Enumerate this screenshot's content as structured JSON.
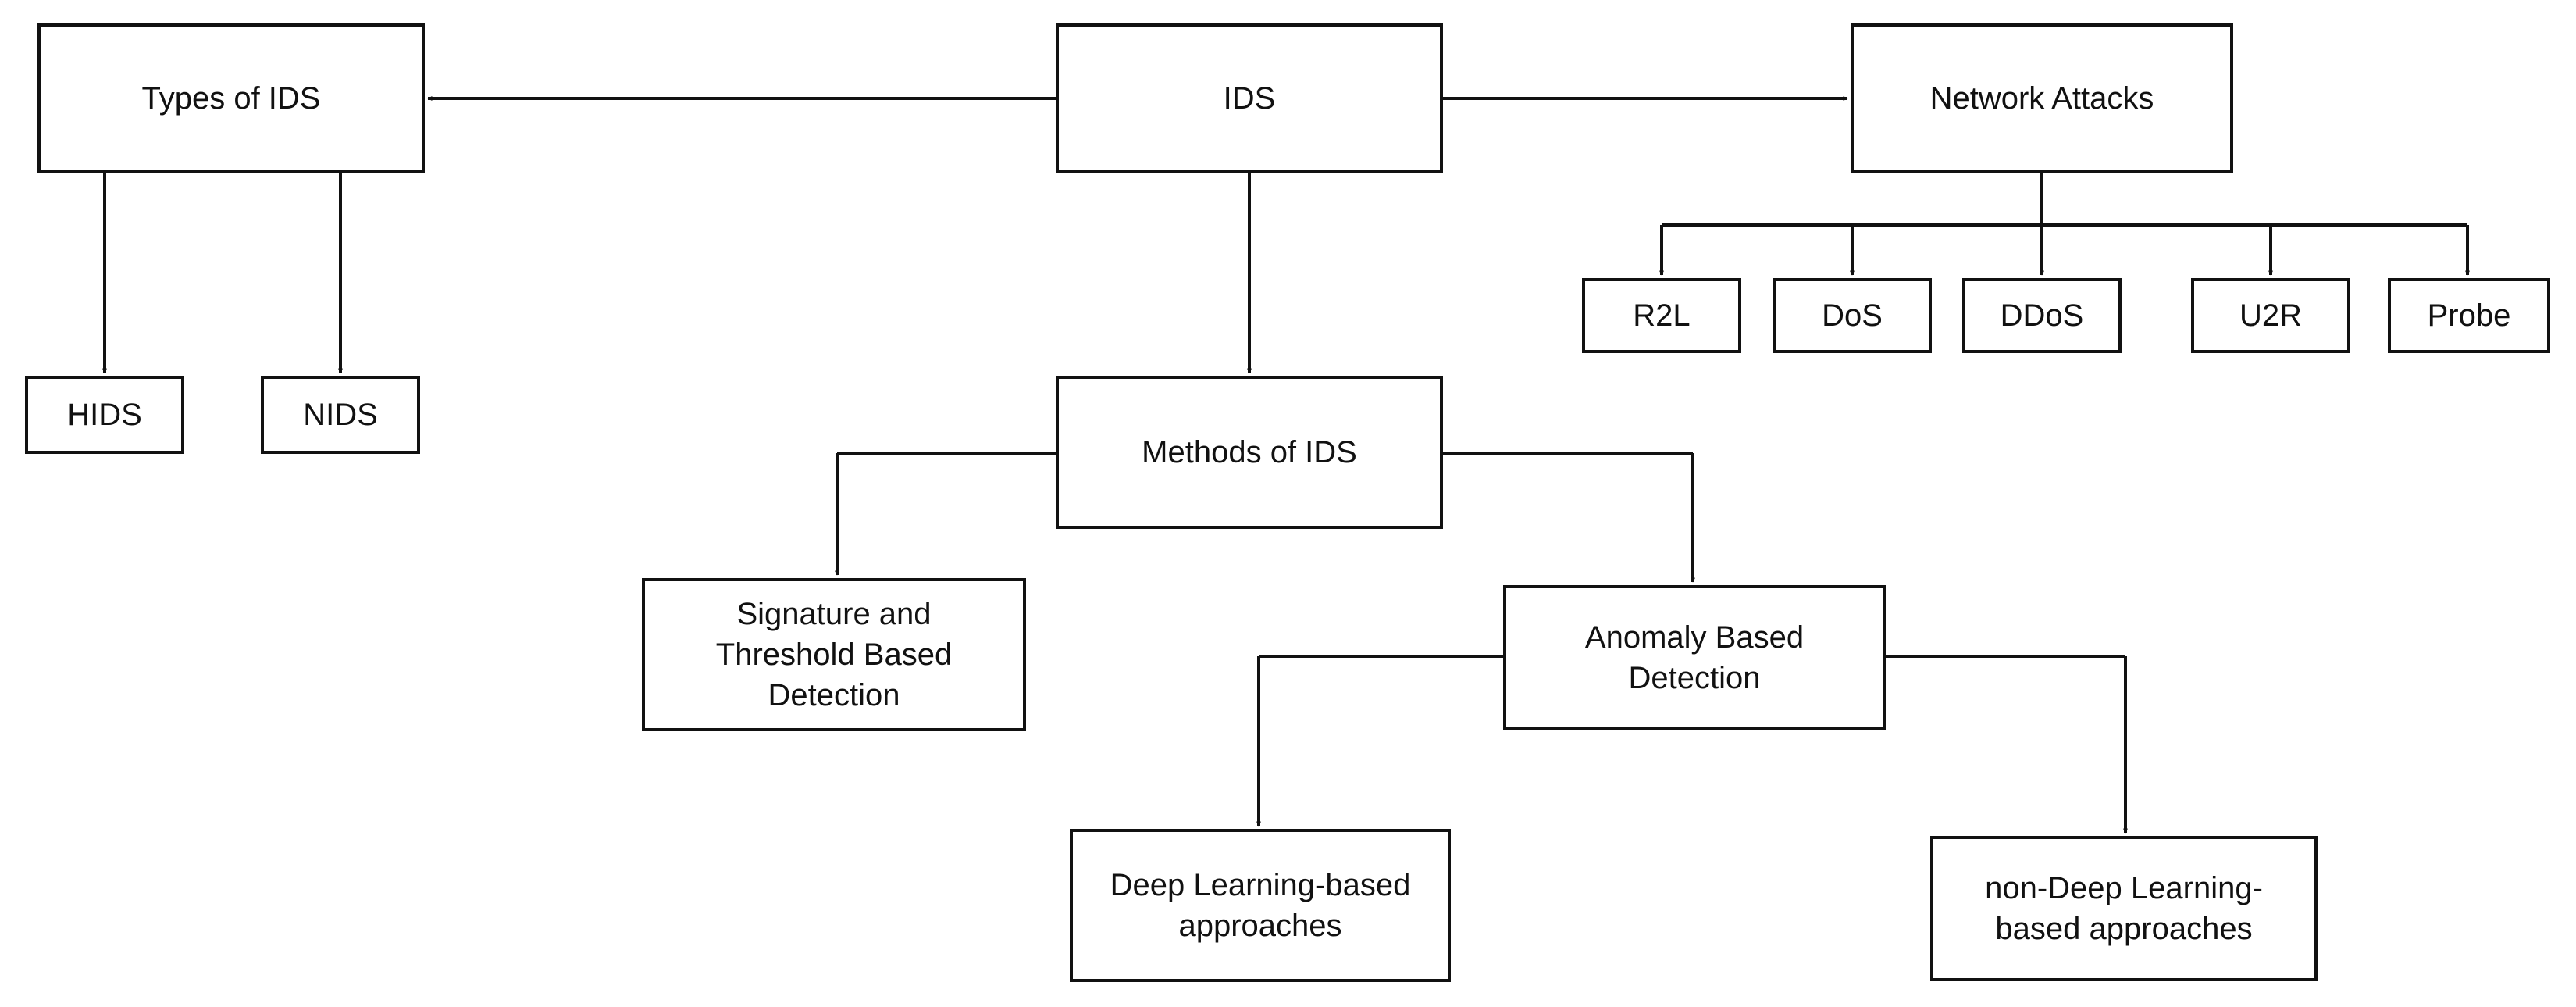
{
  "nodes": {
    "ids": "IDS",
    "types_of_ids": "Types of IDS",
    "network_attacks": "Network Attacks",
    "hids": "HIDS",
    "nids": "NIDS",
    "r2l": "R2L",
    "dos": "DoS",
    "ddos": "DDoS",
    "u2r": "U2R",
    "probe": "Probe",
    "methods_of_ids": "Methods of IDS",
    "signature_threshold_line1": "Signature and",
    "signature_threshold_line2": "Threshold Based",
    "signature_threshold_line3": "Detection",
    "anomaly_line1": "Anomaly Based",
    "anomaly_line2": "Detection",
    "deep_learning_line1": "Deep Learning-based",
    "deep_learning_line2": "approaches",
    "non_deep_learning_line1": "non-Deep Learning-",
    "non_deep_learning_line2": "based approaches"
  },
  "colors": {
    "stroke": "#111111",
    "background": "#ffffff"
  }
}
